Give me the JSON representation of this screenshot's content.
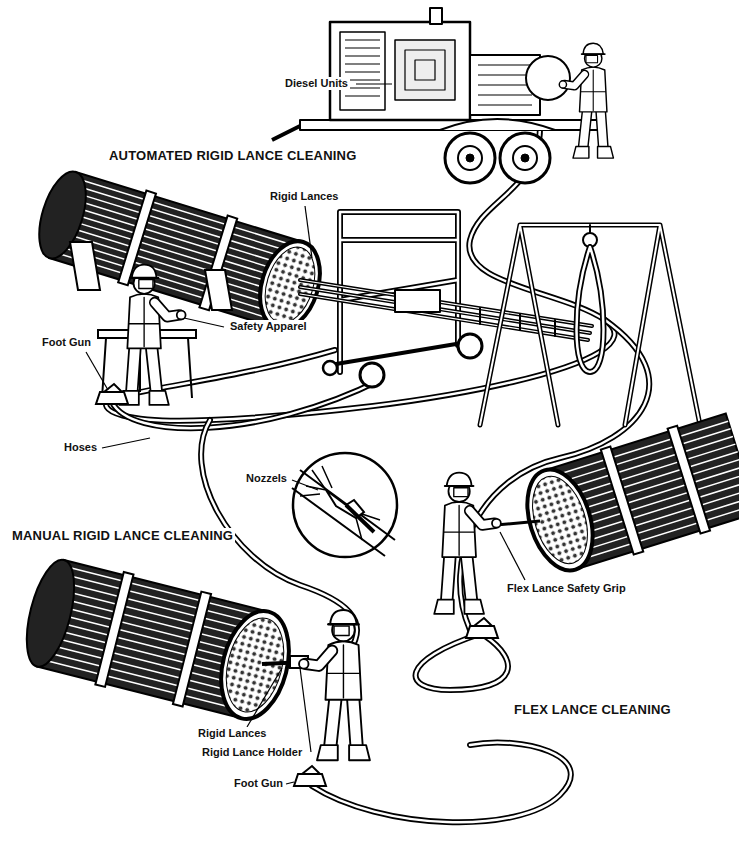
{
  "diagram": {
    "labels": [
      "Diesel Units",
      "AUTOMATED RIGID LANCE CLEANING",
      "Rigid Lances",
      "Safety Apparel",
      "Foot Gun",
      "Hoses",
      "Nozzels",
      "MANUAL RIGID LANCE CLEANING",
      "Flex Lance Safety Grip",
      "FLEX LANCE CLEANING",
      "Rigid Lances",
      "Rigid Lance Holder",
      "Foot Gun"
    ]
  }
}
